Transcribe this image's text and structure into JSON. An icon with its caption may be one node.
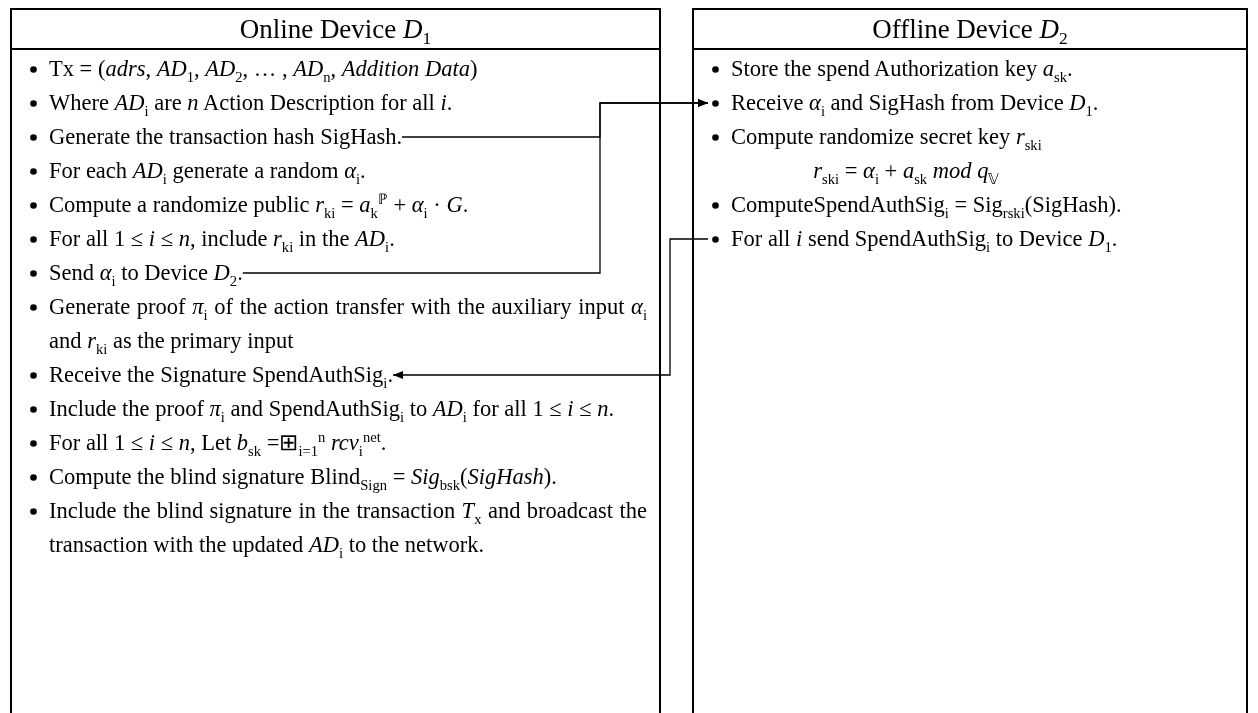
{
  "diagram": {
    "nodes": [
      {
        "text": [
          "Online Device *D*$_{1}$"
        ]
      },
      {
        "text": [
          "Tx = (*adrs*, *AD*$_{1}$, *AD*$_{2}$, … , *AD*$_{n}$, *Addition Data*)"
        ],
        "in": 0
      },
      {
        "text": [
          "Where *AD*$_{i}$ are *n* Action Description for all *i*."
        ],
        "in": 0
      },
      {
        "text": [
          "Generate the transaction hash SigHash."
        ],
        "in": 0
      },
      {
        "text": [
          "For each *AD*$_{i}$ generate a random *α*$_{i}$."
        ],
        "in": 0
      },
      {
        "text": [
          "Compute a randomize public *r*$_{ki}$ = *a*$_{k}$$^{ℙ}$ + *α*$_{i}$ · *G*."
        ],
        "in": 0
      },
      {
        "text": [
          "For all 1 ≤ *i* ≤ *n*, include *r*$_{ki}$ in the *AD*$_{i}$."
        ],
        "in": 0
      },
      {
        "text": [
          "Send *α*$_{i}$ to Device *D*$_{2}$."
        ],
        "in": 0
      },
      {
        "text": [
          "Generate proof *π*$_{i}$ of the action transfer with the auxiliary input *α*$_{i}$ and *r*$_{ki}$ as the primary input"
        ],
        "in": 0
      },
      {
        "text": [
          "Receive the Signature SpendAuthSig$_{i}$."
        ],
        "in": 0
      },
      {
        "text": [
          "Include the proof *π*$_{i}$ and SpendAuthSig$_{i}$ to *AD*$_{i}$ for all 1 ≤ *i* ≤ *n*."
        ],
        "in": 0
      },
      {
        "text": [
          "For all 1 ≤ *i* ≤ *n*, Let *b*$_{sk}$ =⊞$_{i=1}$$^{n}$ *rcv*$_{i}$$^{net}$."
        ],
        "in": 0
      },
      {
        "text": [
          "Compute the blind signature Blind$_{Sign}$ = *Sig*$_{bsk}$(*SigHash*)."
        ],
        "in": 0
      },
      {
        "text": [
          "Include the blind signature in the transaction *T*$_{x}$ and broadcast the transaction with the updated *AD*$_{i}$ to the network."
        ],
        "in": 0
      },
      {
        "text": [
          "Offline Device *D*$_{2}$"
        ]
      },
      {
        "text": [
          "Store the spend Authorization key *a*$_{sk}$."
        ],
        "in": 14
      },
      {
        "text": [
          "Receive *α*$_{i}$ and SigHash from Device *D*$_{1}$."
        ],
        "in": 14
      },
      {
        "text": [
          "Compute randomize secret key *r*$_{ski}$",
          "*r*$_{ski}$ = *α*$_{i}$ + *a*$_{sk}$ *mod q*$_{𝕍}$"
        ],
        "in": 14
      },
      {
        "text": [
          "ComputeSpendAuthSig$_{i}$ = Sig$_{rski}$(SigHash)."
        ],
        "in": 14
      },
      {
        "text": [
          "For all *i* send SpendAuthSig$_{i}$ to Device *D*$_{1}$."
        ],
        "in": 14
      }
    ],
    "edges": [
      {
        "from": 3,
        "to": 16,
        "arrow": "to"
      },
      {
        "from": 7,
        "to": 16,
        "arrow": "to"
      },
      {
        "from": 19,
        "to": 9,
        "arrow": "to"
      }
    ]
  }
}
